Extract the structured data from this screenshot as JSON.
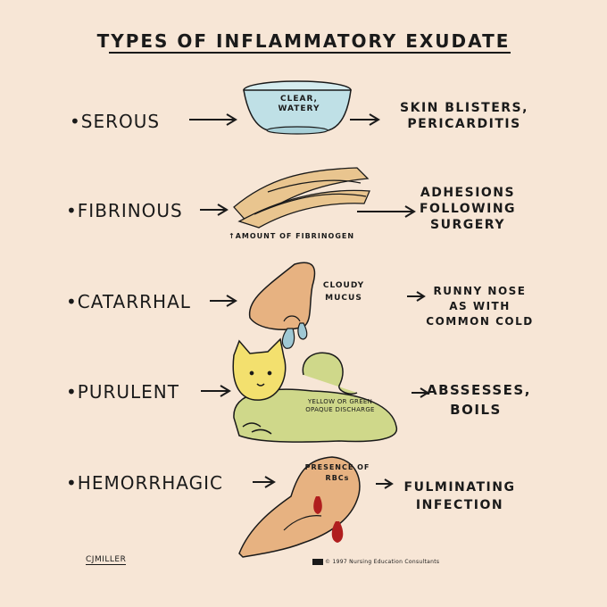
{
  "title": "TYPES OF INFLAMMATORY EXUDATE",
  "rows": [
    {
      "label": "•SEROUS",
      "image_text": "CLEAR, WATERY",
      "result_lines": [
        "SKIN BLISTERS,",
        "PERICARDITIS"
      ]
    },
    {
      "label": "•FIBRINOUS",
      "image_text": "↑AMOUNT OF FIBRINOGEN",
      "result_lines": [
        "ADHESIONS",
        "FOLLOWING",
        "SURGERY"
      ]
    },
    {
      "label": "•CATARRHAL",
      "image_text_lines": [
        "CLOUDY",
        "MUCUS"
      ],
      "result_lines": [
        "RUNNY NOSE",
        "AS WITH",
        "COMMON COLD"
      ]
    },
    {
      "label": "•PURULENT",
      "image_text_lines": [
        "YELLOW OR GREEN",
        "OPAQUE DISCHARGE"
      ],
      "result_lines": [
        "ABSSESSES,",
        "BOILS"
      ]
    },
    {
      "label": "•HEMORRHAGIC",
      "image_text_lines": [
        "PRESENCE OF",
        "RBCs"
      ],
      "result_lines": [
        "FULMINATING",
        "INFECTION"
      ]
    }
  ],
  "signature": "CJMILLER",
  "copyright": "© 1997 Nursing Education Consultants",
  "colors": {
    "background": "#f7e6d6",
    "bowl": "#bfe0e6",
    "fibers": "#e9c58f",
    "skin": "#e7b281",
    "mucus": "#9fc8d4",
    "cat": "#cfd88a",
    "blood": "#b01e1e"
  }
}
